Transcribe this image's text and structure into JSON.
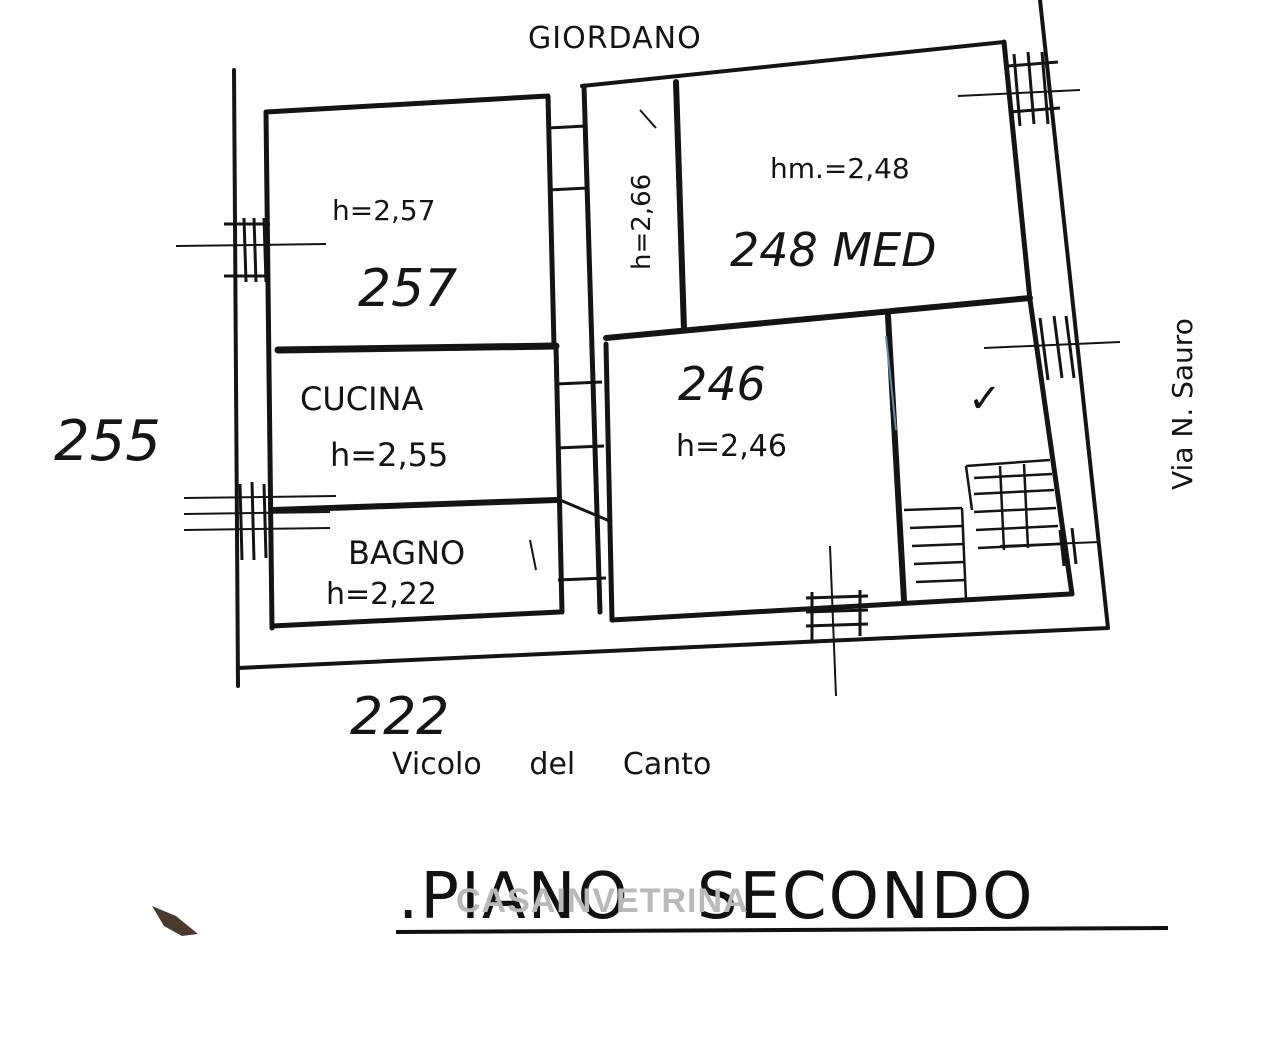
{
  "streets": {
    "top": "GIORDANO",
    "right": "Via   N.  Sauro",
    "bottom": "Vicolo     del     Canto"
  },
  "rooms": {
    "top_left": {
      "height": "h=2,57",
      "note": "257"
    },
    "corridor": {
      "height": "h=2,66"
    },
    "top_right": {
      "height": "hm.=2,48",
      "note": "248 MED"
    },
    "kitchen": {
      "name": "CUCINA",
      "height": "h=2,55"
    },
    "center": {
      "height": "h=2,46",
      "note": "246"
    },
    "stair_room": {
      "mark": "✓"
    },
    "bath": {
      "name": "BAGNO",
      "height": "h=2,22"
    }
  },
  "margin_notes": {
    "left": "255",
    "bottom": "222"
  },
  "title": ".PIANO   SECONDO",
  "watermark": "CASAINVETRINA",
  "colors": {
    "ink": "#141414",
    "watermark": "#b9b9b9",
    "paper": "#ffffff"
  }
}
